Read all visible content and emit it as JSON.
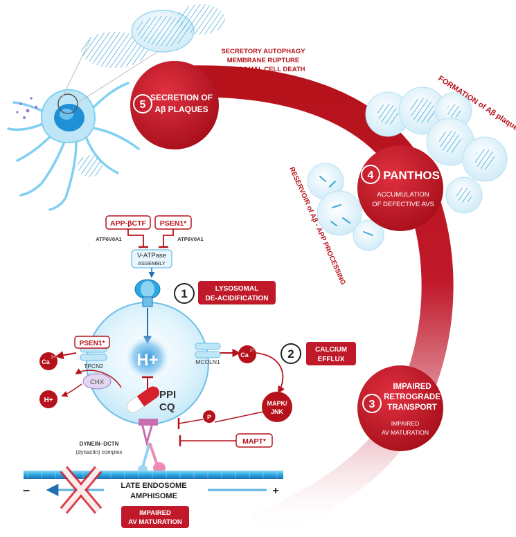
{
  "step5": {
    "number": "5",
    "title_line1": "SECRETION OF",
    "title_line2": "Aβ PLAQUES",
    "causes": [
      "SECRETORY AUTOPHAGY",
      "MEMBRANE RUPTURE",
      "LYSOSOMAL CELL DEATH"
    ]
  },
  "step4": {
    "number": "4",
    "title": "PANTHOS",
    "sub_line1": "ACCUMULATION",
    "sub_line2": "OF DEFECTIVE AVS",
    "arc_label_formation": "FORMATION of Aβ plaques",
    "arc_label_reservoir": "RESERVOIR of Aβ - APP PROCESSING"
  },
  "step3": {
    "number": "3",
    "title_line1": "IMPAIRED",
    "title_line2": "RETROGRADE",
    "title_line3": "TRANSPORT",
    "sub_line1": "IMPAIRED",
    "sub_line2": "AV MATURATION"
  },
  "step2": {
    "number": "2",
    "label_line1": "CALCIUM",
    "label_line2": "EFFLUX"
  },
  "step1": {
    "number": "1",
    "label_line1": "LYSOSOMAL",
    "label_line2": "DE-ACIDIFICATION"
  },
  "inhibitors": {
    "app": "APP-βCTF",
    "psen1_top": "PSEN1*",
    "atp_left": "ATP6V0A1",
    "atp_right": "ATP6V0A1",
    "vatpase_line1": "V-ATPase",
    "vatpase_line2": "ASSEMBLY"
  },
  "lysosome": {
    "proton": "H+",
    "drug_line1": "PPI",
    "drug_line2": "CQ",
    "psen1_left": "PSEN1*",
    "tpcn2": "TPCN2",
    "mcoln1": "MCOLN1",
    "chx": "CHX",
    "h_out": "H+",
    "ca": "Ca",
    "ca_charge": "2+"
  },
  "signaling": {
    "mapk_line1": "MAPK/",
    "mapk_line2": "JNK",
    "p": "P",
    "mapt": "MAPT*"
  },
  "transport": {
    "dynein_line1": "DYNEIN–DCTN",
    "dynein_line2": "(dynactin) complex",
    "late_line1": "LATE ENDOSOME",
    "late_line2": "AMPHISOME",
    "minus": "–",
    "plus": "+",
    "impaired_line1": "IMPAIRED",
    "impaired_line2": "AV MATURATION"
  },
  "colors": {
    "dark_red": "#b5121b",
    "red": "#c8102e",
    "cyan": "#29a9e1",
    "light_blue": "#bfe6f7",
    "outline": "#1f6fb2"
  }
}
